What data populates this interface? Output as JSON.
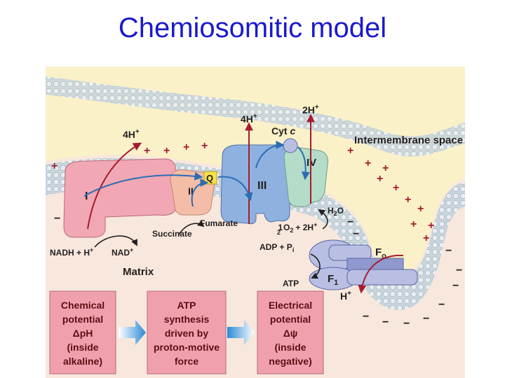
{
  "slide": {
    "title": "Chemiosomitic model"
  },
  "colors": {
    "intermembrane": "#fbf1c8",
    "matrix": "#f8e7dc",
    "membrane_band": "#c9d5dc",
    "complex_I": "#f2a7b4",
    "complex_II": "#f4bda7",
    "complex_III": "#8eb1e0",
    "complex_IV": "#b4dcc8",
    "atp_synthase": "#b8bfe3",
    "box_fill": "#f0a0ad",
    "arrow_red": "#a51c30",
    "arrow_blue": "#2a6db5",
    "quinone": "#f5e04a"
  },
  "diagram": {
    "regions": {
      "intermembrane": "Intermembrane space",
      "matrix": "Matrix"
    },
    "complexes": {
      "I": "I",
      "II": "II",
      "III": "III",
      "IV": "IV",
      "Q": "Q",
      "Fo": "F",
      "Fo_sub": "o",
      "F1": "F",
      "F1_sub": "1"
    },
    "protons": {
      "complex_I": "4H",
      "complex_III": "4H",
      "complex_IV": "2H",
      "atp_synthase": "H",
      "plus": "+"
    },
    "cytc": {
      "label": "Cyt",
      "italic": "c"
    },
    "metabolites": {
      "nadh": "NADH + H",
      "nad": "NAD",
      "succinate": "Succinate",
      "fumarate": "Fumarate",
      "h2o": "H",
      "h2o_sub": "2",
      "h2o_tail": "O",
      "o2_half": "1",
      "o2_half_den": "2",
      "o2": "O",
      "o2_sub": "2",
      "o2_tail": "+ 2H",
      "adp": "ADP + P",
      "adp_sub": "i",
      "atp": "ATP"
    },
    "boxes": {
      "chemical": [
        "Chemical",
        "potential",
        "ΔpH",
        "(inside",
        "alkaline)"
      ],
      "atp": [
        "ATP",
        "synthesis",
        "driven by",
        "proton-motive",
        "force"
      ],
      "electrical": [
        "Electrical",
        "potential",
        "Δψ",
        "(inside",
        "negative)"
      ]
    },
    "charges": {
      "positive": "+",
      "negative": "−"
    }
  }
}
